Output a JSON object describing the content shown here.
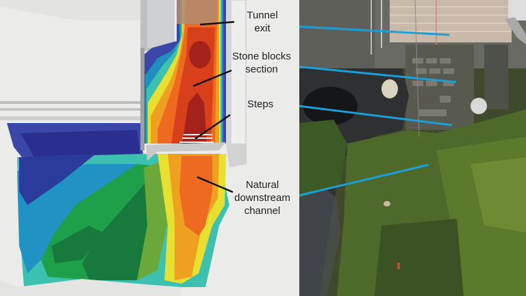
{
  "figure": {
    "left_panel": "CFD simulation render (velocity contour map)",
    "right_panel": "Aerial photograph of site"
  },
  "labels": [
    {
      "id": "tunnel-exit",
      "lines": [
        "Tunnel",
        "exit"
      ]
    },
    {
      "id": "stone-blocks-section",
      "lines": [
        "Stone blocks",
        "section"
      ]
    },
    {
      "id": "steps",
      "lines": [
        "Steps"
      ]
    },
    {
      "id": "natural-downstream-channel",
      "lines": [
        "Natural",
        "downstream",
        "channel"
      ]
    }
  ],
  "colors": {
    "leader_left": "#111111",
    "leader_right": "#1aa0d8",
    "contour_scale": [
      "#2b2f8f",
      "#3a4fb0",
      "#1f8fc0",
      "#3cc0b0",
      "#1ea04a",
      "#177a3c",
      "#6aa83a",
      "#e8e030",
      "#f0a020",
      "#ee6a20",
      "#d8401c",
      "#a4221a"
    ]
  }
}
